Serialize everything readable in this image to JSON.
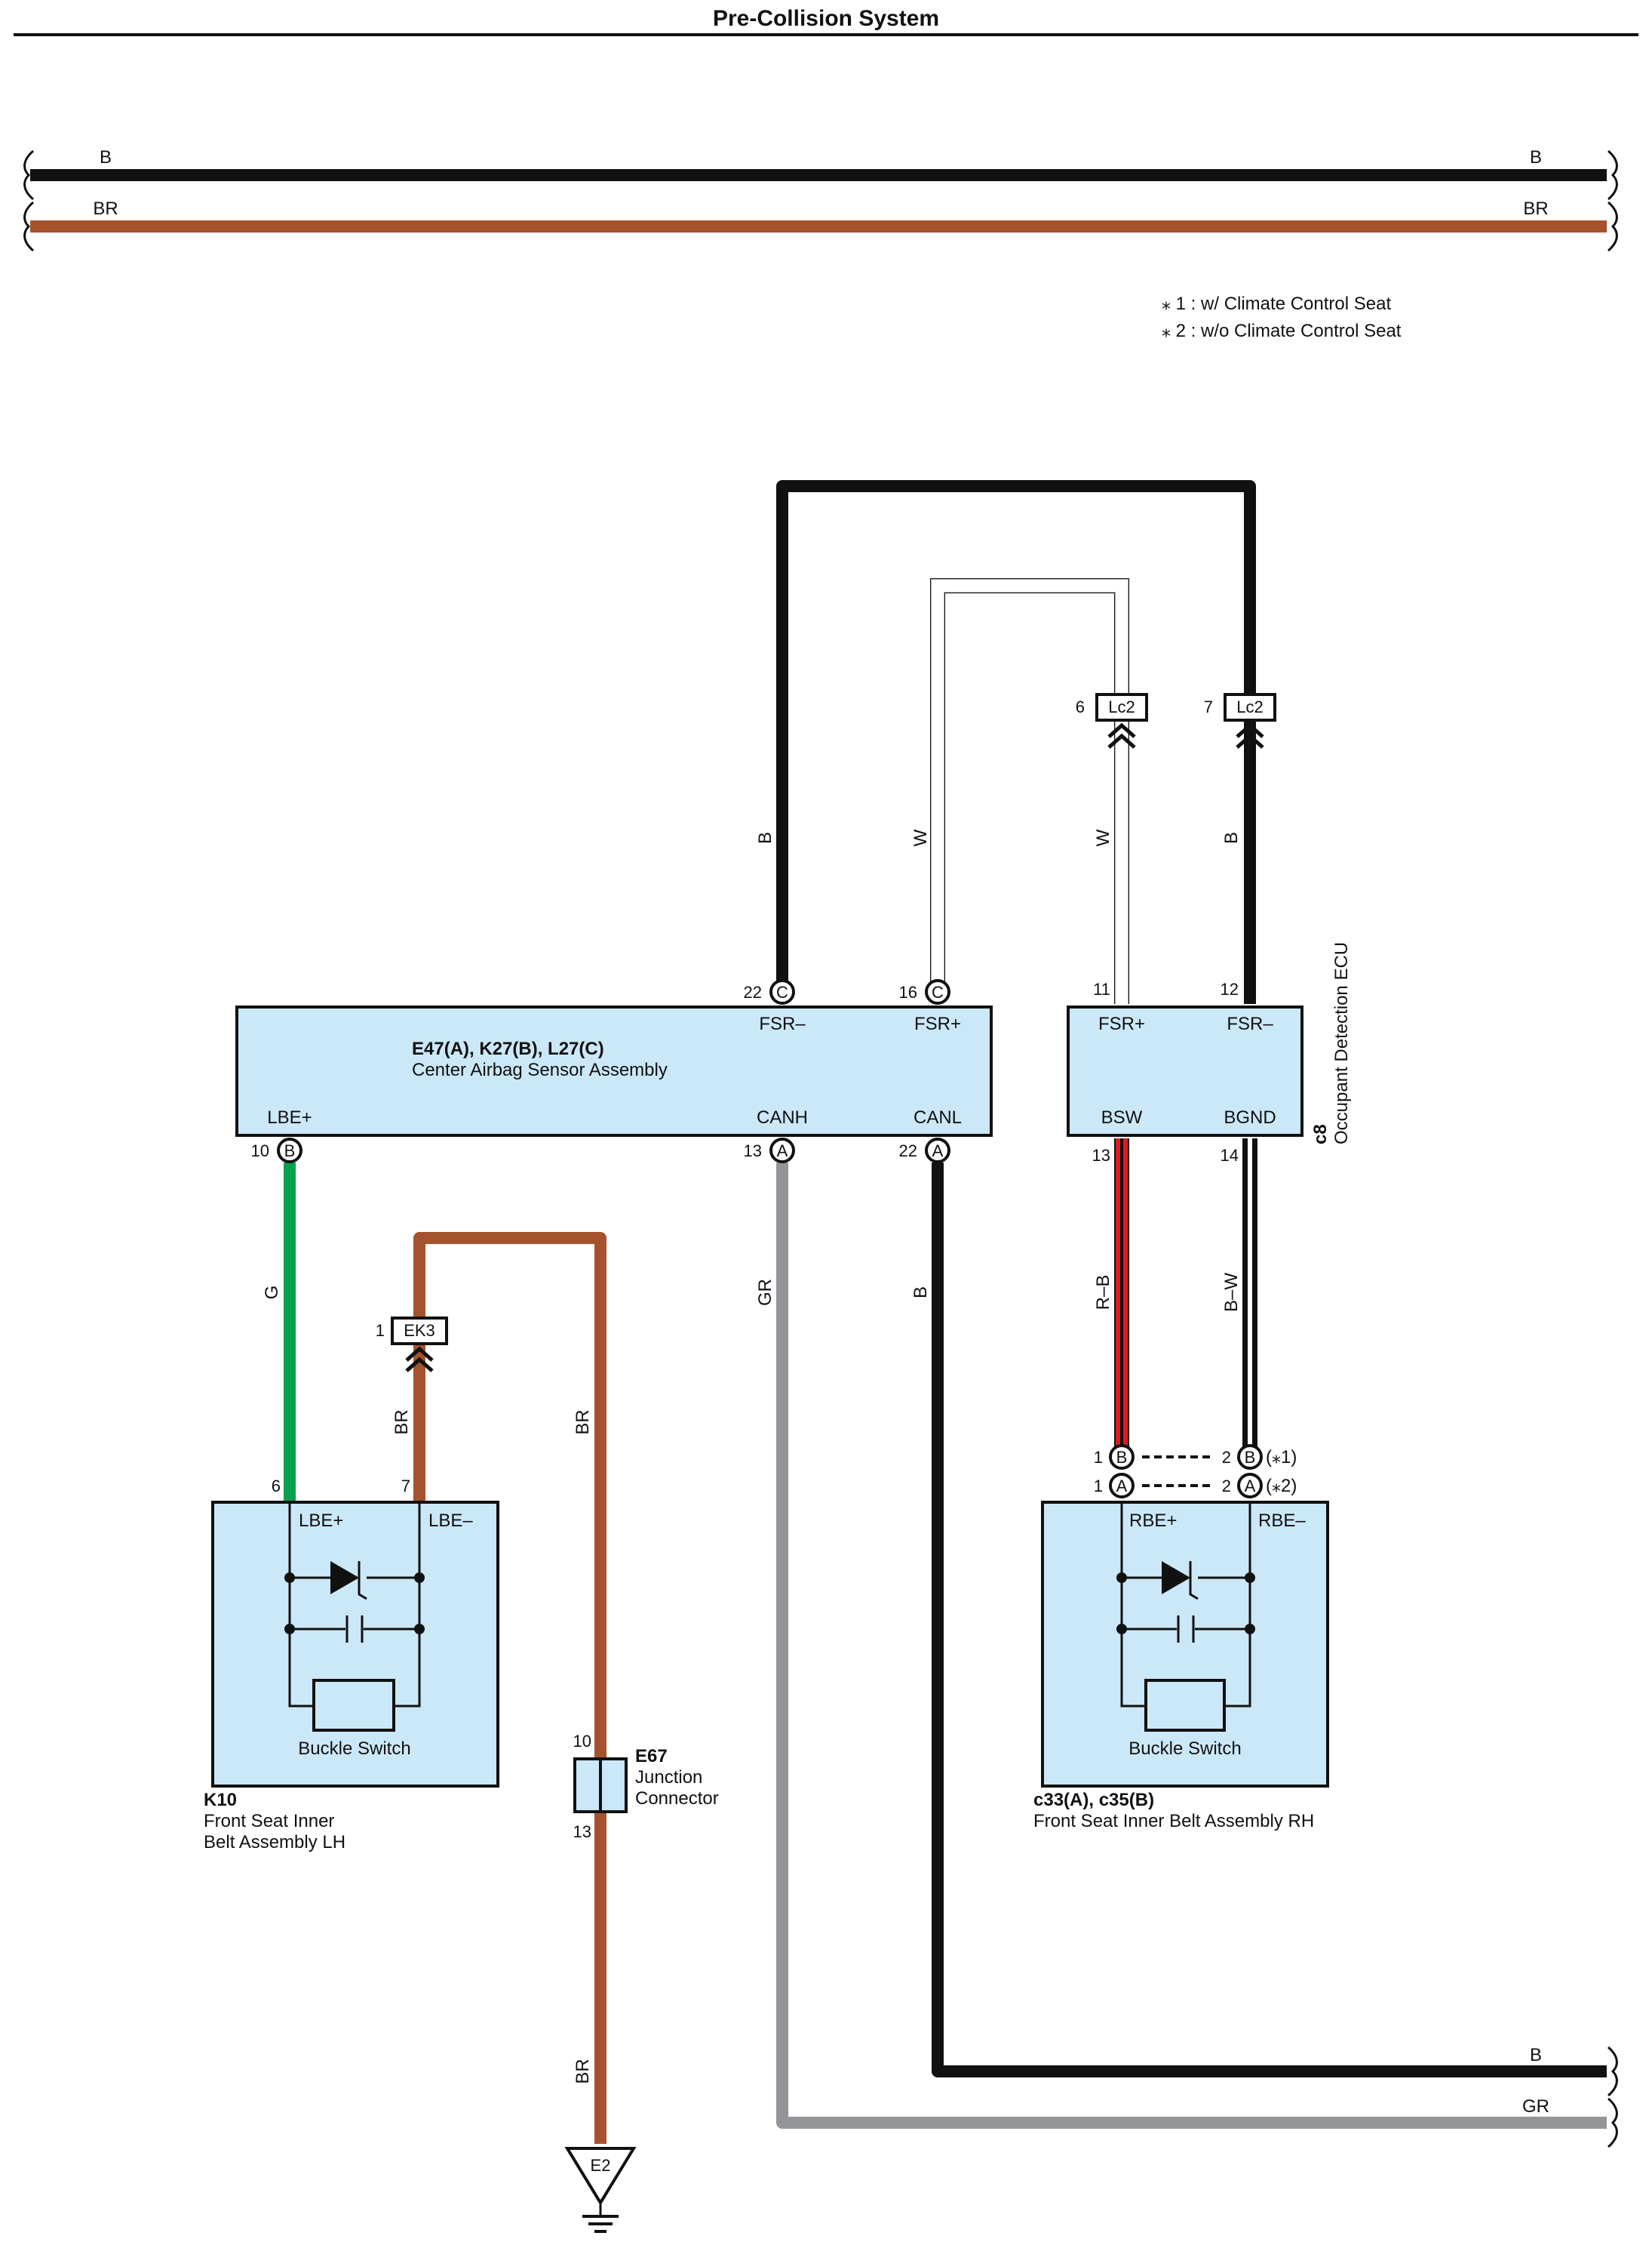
{
  "title": "Pre-Collision System",
  "colors": {
    "black_wire": "#111111",
    "brown_wire": "#a5532c",
    "green_wire": "#0aa14e",
    "gray_wire": "#939598",
    "red_wire": "#e01b22",
    "white_wire": "#ffffff",
    "box_fill": "#cbe8f8"
  },
  "top_wires": {
    "black": "B",
    "brown": "BR"
  },
  "notes": [
    "⁎ 1 : w/ Climate Control Seat",
    "⁎ 2 : w/o Climate Control Seat"
  ],
  "center_airbag": {
    "id": "E47(A), K27(B), L27(C)",
    "name": "Center Airbag Sensor Assembly",
    "pins": {
      "lbe": {
        "name": "LBE+",
        "num": "10",
        "conn": "B"
      },
      "canh": {
        "name": "CANH",
        "num": "13",
        "conn": "A"
      },
      "canl": {
        "name": "CANL",
        "num": "22",
        "conn": "A"
      },
      "fsrm": {
        "name": "FSR–",
        "num": "22",
        "conn": "C"
      },
      "fsrp": {
        "name": "FSR+",
        "num": "16",
        "conn": "C"
      }
    }
  },
  "occupant_ecu": {
    "id": "c8",
    "name": "Occupant Detection ECU",
    "pins": {
      "fsrp": {
        "name": "FSR+",
        "num": "11"
      },
      "fsrm": {
        "name": "FSR–",
        "num": "12"
      },
      "bsw": {
        "name": "BSW",
        "num": "13"
      },
      "bgnd": {
        "name": "BGND",
        "num": "14"
      }
    }
  },
  "lc2_left": {
    "label": "Lc2",
    "num": "6"
  },
  "lc2_right": {
    "label": "Lc2",
    "num": "7"
  },
  "ek3": {
    "label": "EK3",
    "num": "1"
  },
  "wire_colors": {
    "fsrm": "B",
    "fsrp": "W",
    "ecu_fsrp": "W",
    "ecu_fsrm": "B",
    "lbe": "G",
    "ek3_br": "BR",
    "e67_br_top": "BR",
    "e67_br_bot": "BR",
    "canh": "GR",
    "canl": "B",
    "bsw": "R–B",
    "bgnd": "B–W",
    "bottom_b": "B",
    "bottom_gr": "GR"
  },
  "k10": {
    "id": "K10",
    "name_line1": "Front Seat Inner",
    "name_line2": "Belt Assembly LH",
    "pin_lbe_plus": "LBE+",
    "pin_lbe_minus": "LBE–",
    "pin6": "6",
    "pin7": "7",
    "switch": "Buckle Switch"
  },
  "rh": {
    "id": "c33(A), c35(B)",
    "name": "Front Seat Inner Belt Assembly RH",
    "pin_rbe_plus": "RBE+",
    "pin_rbe_minus": "RBE–",
    "row1": {
      "pin_l": "1",
      "conn_l": "B",
      "pin_r": "2",
      "conn_r": "B",
      "note": "(⁎1)"
    },
    "row2": {
      "pin_l": "1",
      "conn_l": "A",
      "pin_r": "2",
      "conn_r": "A",
      "note": "(⁎2)"
    },
    "switch": "Buckle Switch"
  },
  "e67": {
    "id": "E67",
    "name_line1": "Junction",
    "name_line2": "Connector",
    "pin_top": "10",
    "pin_bot": "13"
  },
  "ground": {
    "label": "E2"
  }
}
